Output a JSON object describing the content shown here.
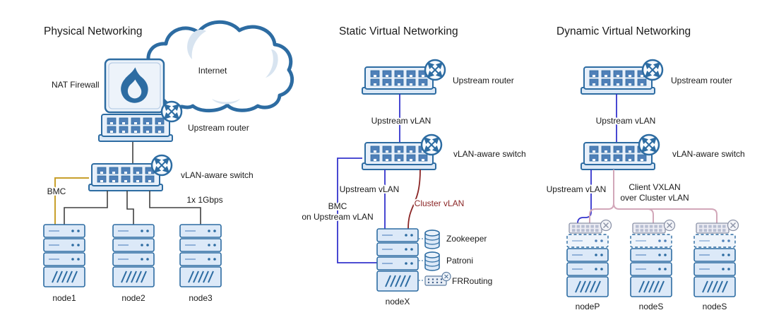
{
  "colors": {
    "device_stroke": "#2d6ca2",
    "device_fill": "#e8f0fa",
    "physical_link": "#404040",
    "bmc_link": "#c8a02c",
    "vlan_link": "#3434cd",
    "cluster_vlan_link": "#8b2626",
    "vxlan_link": "#d2a7b9"
  },
  "physical": {
    "title": "Physical Networking",
    "internet_label": "Internet",
    "nat_firewall_label": "NAT Firewall",
    "upstream_router_label": "Upstream router",
    "vlan_switch_label": "vLAN-aware switch",
    "bmc_label": "BMC",
    "link_speed_label": "1x 1Gbps",
    "node_labels": [
      "node1",
      "node2",
      "node3"
    ]
  },
  "static_virtual": {
    "title": "Static Virtual Networking",
    "upstream_router_label": "Upstream router",
    "upstream_vlan_top_label": "Upstream vLAN",
    "vlan_switch_label": "vLAN-aware switch",
    "upstream_vlan_node_label": "Upstream vLAN",
    "cluster_vlan_label": "Cluster vLAN",
    "bmc_label_line1": "BMC",
    "bmc_label_line2": "on Upstream vLAN",
    "node_label": "nodeX",
    "service_labels": [
      "Zookeeper",
      "Patroni",
      "FRRouting"
    ]
  },
  "dynamic_virtual": {
    "title": "Dynamic Virtual Networking",
    "upstream_router_label": "Upstream router",
    "upstream_vlan_top_label": "Upstream vLAN",
    "vlan_switch_label": "vLAN-aware switch",
    "upstream_vlan_node_label": "Upstream vLAN",
    "vxlan_label_line1": "Client VXLAN",
    "vxlan_label_line2": "over Cluster vLAN",
    "node_labels": [
      "nodeP",
      "nodeS",
      "nodeS"
    ]
  }
}
